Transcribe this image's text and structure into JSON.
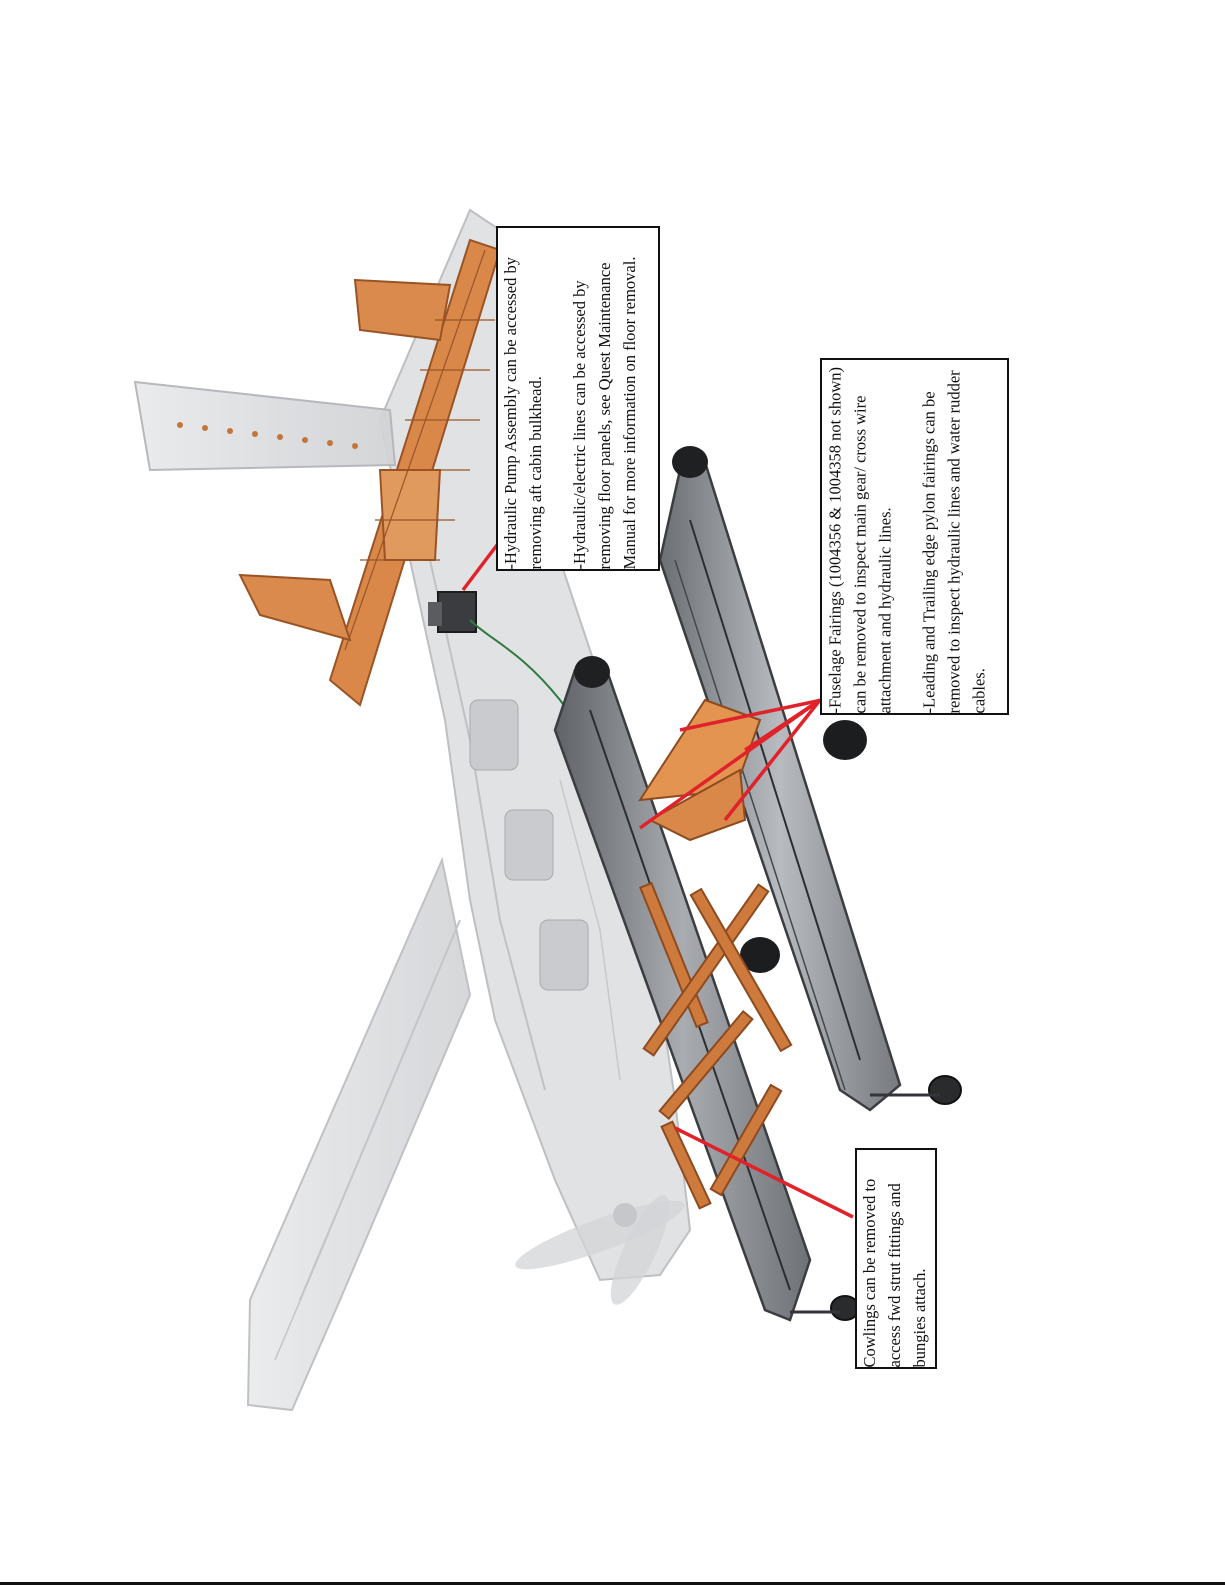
{
  "callouts": {
    "hydraulic": {
      "para1": "-Hydraulic Pump Assembly can be accessed by removing aft cabin bulkhead.",
      "para2": "-Hydraulic/electric lines can be accessed by removing floor panels, see Quest Maintenance Manual for more information on floor removal."
    },
    "fairings": {
      "para1": "-Fuselage Fairings (1004356 & 1004358 not shown) can be removed to inspect main gear/ cross wire attachment and hydraulic lines.",
      "para2": "-Leading and Trailing edge pylon fairings can be removed to inspect hydraulic lines and water rudder cables."
    },
    "cowlings": {
      "para1": "Cowlings can be removed to access fwd strut fittings and bungies attach."
    }
  },
  "colors": {
    "fuselage": "#d7d8db",
    "structure": "#d07a3c",
    "float": "#8e9196",
    "leader": "#e0222b"
  }
}
